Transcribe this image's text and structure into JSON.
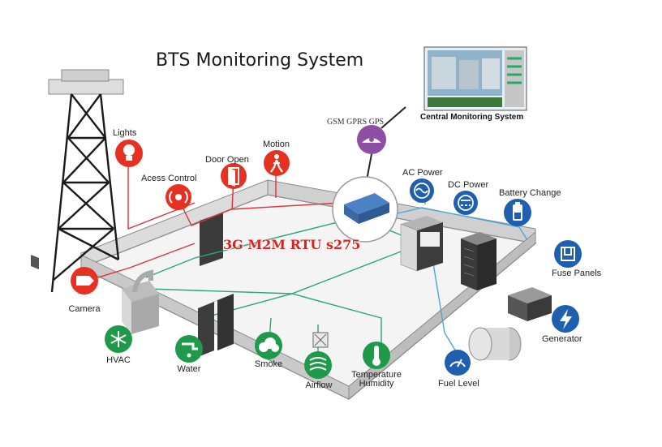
{
  "title": "BTS Monitoring System",
  "rtu_label": "3G M2M RTU s275",
  "central_label": "Central Monitoring System",
  "gsm_label": "GSM GPRS GPS",
  "labels": {
    "lights": "Lights",
    "access": "Acess Control",
    "door": "Door Open",
    "motion": "Motion",
    "ac_power": "AC Power",
    "dc_power": "DC Power",
    "battery": "Battery Change",
    "fuse": "Fuse Panels",
    "generator": "Generator",
    "fuel": "Fuel Level",
    "temp": "Temperature",
    "humidity": "Humidity",
    "airflow": "Airflow",
    "smoke": "Smoke",
    "water": "Water",
    "hvac": "HVAC",
    "camera": "Camera"
  },
  "colors": {
    "red": "#e53022",
    "green": "#1f9a4a",
    "blue": "#1f5fb0",
    "purple": "#8e4ea3",
    "wire_red": "#e0303a",
    "wire_green": "#2aa67a",
    "wire_blue": "#49a9d6"
  }
}
